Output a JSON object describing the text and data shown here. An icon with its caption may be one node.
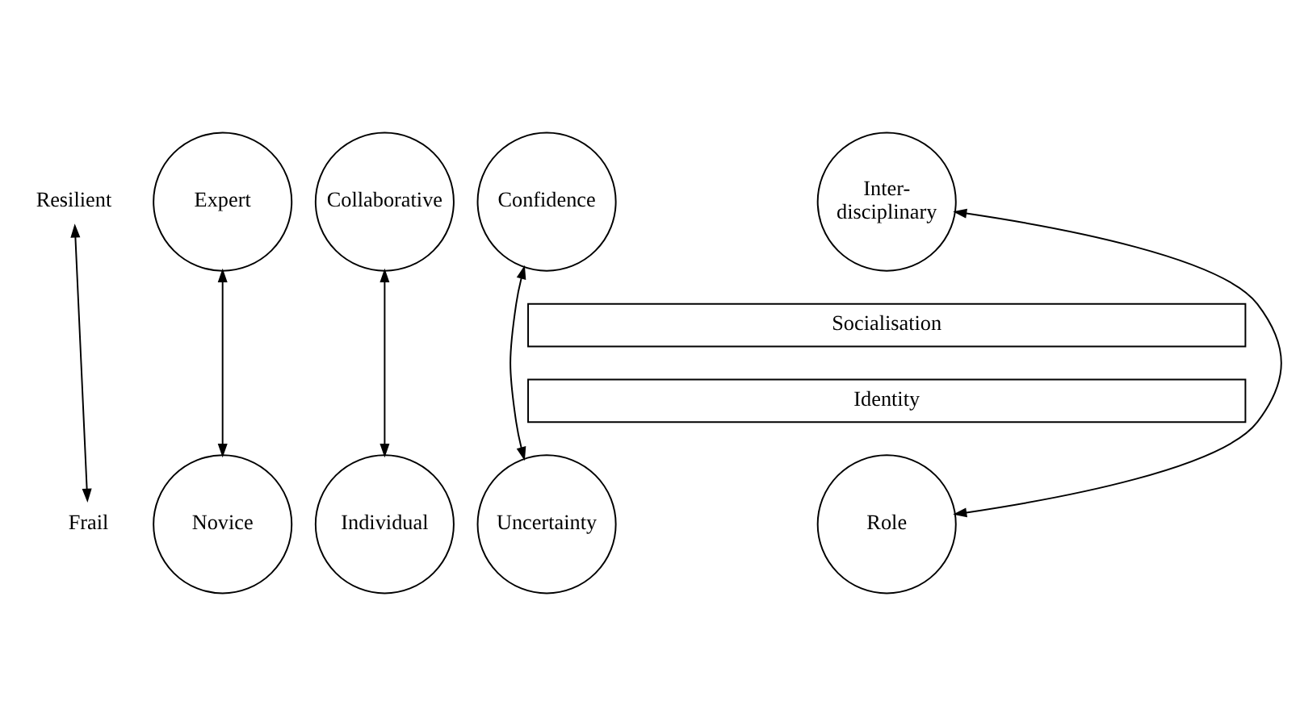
{
  "diagram": {
    "nodes": [
      {
        "text": [
          "Resilient"
        ]
      },
      {
        "text": [
          "Expert"
        ]
      },
      {
        "text": [
          "Collaborative"
        ]
      },
      {
        "text": [
          "Confidence"
        ]
      },
      {
        "text": [
          "Inter- disciplinary"
        ]
      },
      {
        "text": [
          "Socialisation"
        ]
      },
      {
        "text": [
          "Identity"
        ]
      },
      {
        "text": [
          "Frail"
        ]
      },
      {
        "text": [
          "Novice"
        ]
      },
      {
        "text": [
          "Individual"
        ]
      },
      {
        "text": [
          "Uncertainty"
        ]
      },
      {
        "text": [
          "Role"
        ]
      }
    ],
    "edges": [
      {
        "from": 0,
        "to": 7,
        "arrow": "both"
      },
      {
        "from": 1,
        "to": 8,
        "arrow": "both"
      },
      {
        "from": 2,
        "to": 9,
        "arrow": "both"
      },
      {
        "from": 3,
        "to": 10,
        "arrow": "both"
      },
      {
        "from": 4,
        "to": 11,
        "arrow": "both"
      }
    ]
  }
}
